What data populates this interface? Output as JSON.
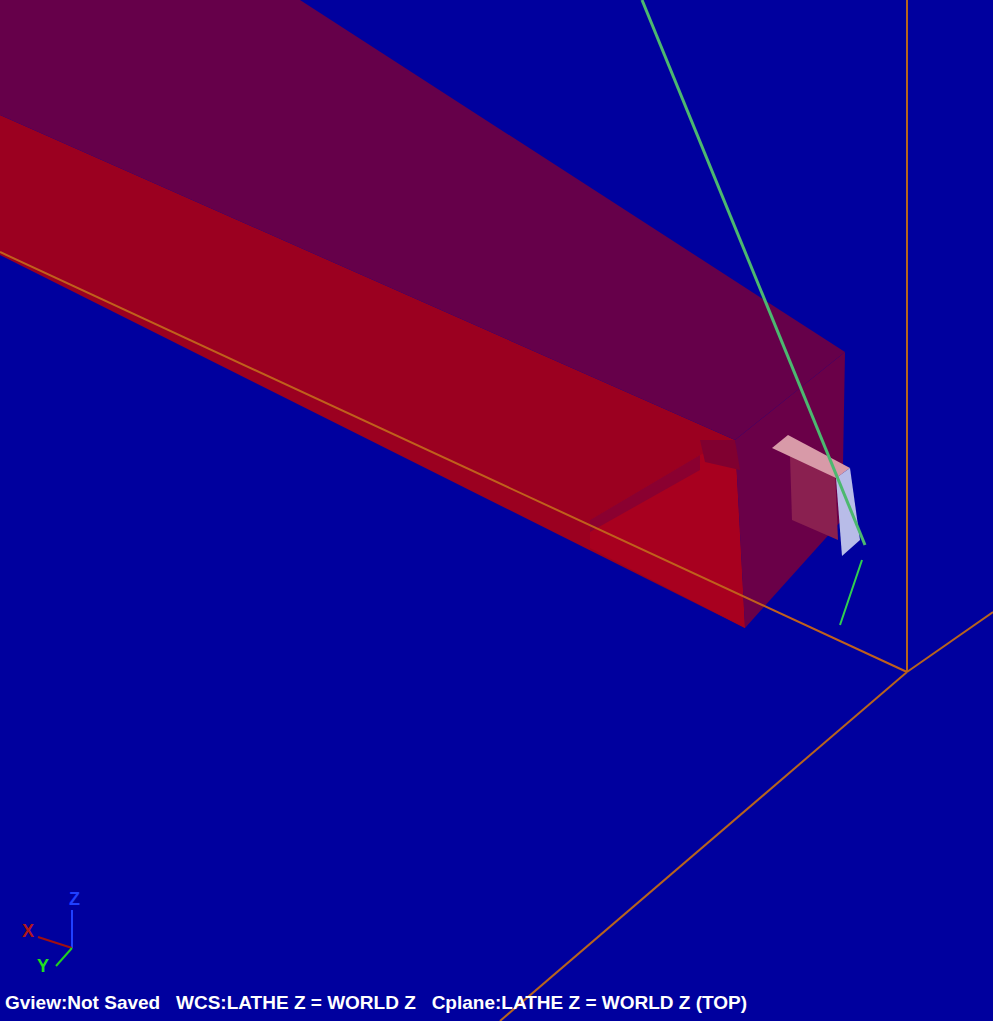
{
  "diagram": {
    "labels": [
      "Z",
      "X",
      "Y",
      "Gview:Not Saved   WCS:LATHE Z = WORLD Z   Cplane:LATHE Z = WORLD Z (TOP)"
    ]
  }
}
